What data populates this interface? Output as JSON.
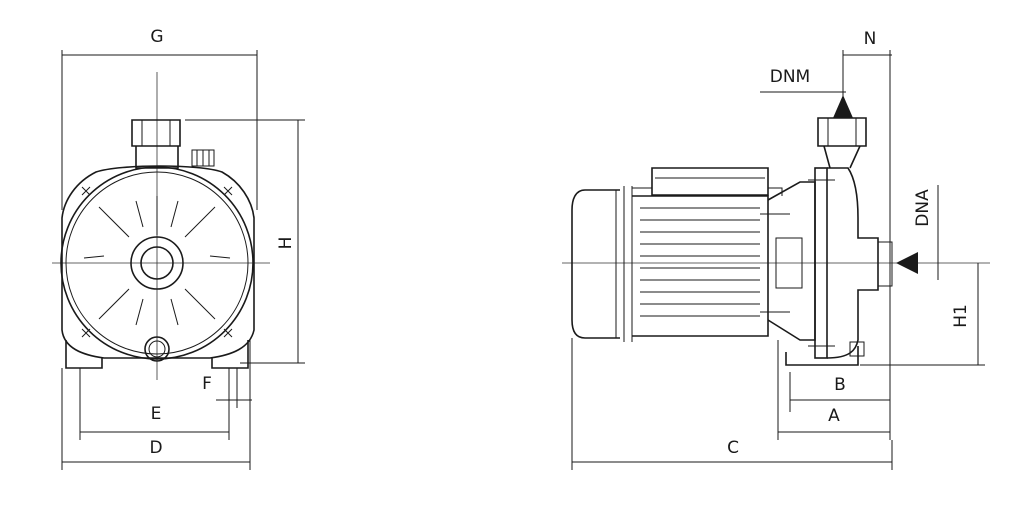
{
  "labels": {
    "G": "G",
    "H": "H",
    "F": "F",
    "E": "E",
    "D": "D",
    "N": "N",
    "DNM": "DNM",
    "DNA": "DNA",
    "H1": "H1",
    "B": "B",
    "A": "A",
    "C": "C"
  }
}
